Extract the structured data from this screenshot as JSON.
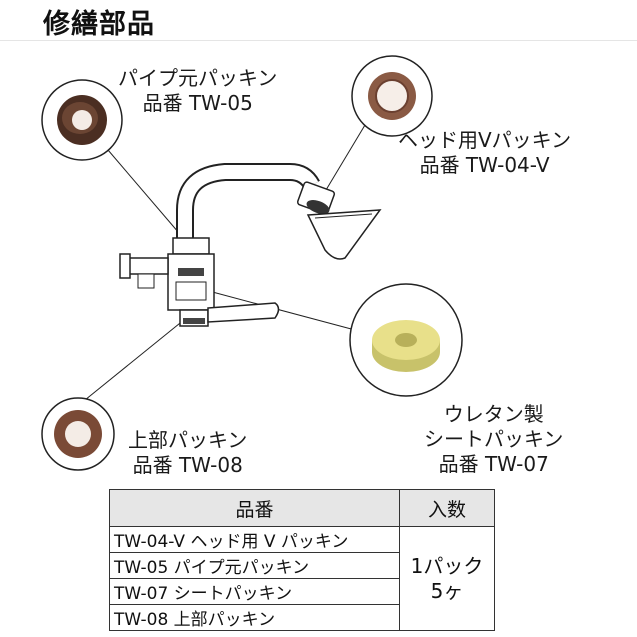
{
  "title": "修繕部品",
  "callouts": {
    "pipe_packing": {
      "name": "パイプ元パッキン",
      "code": "品番 TW-05"
    },
    "head_packing": {
      "name": "ヘッド用Vパッキン",
      "code": "品番 TW-04-V"
    },
    "seat_packing": {
      "name_line1": "ウレタン製",
      "name_line2": "シートパッキン",
      "code": "品番 TW-07"
    },
    "top_packing": {
      "name": "上部パッキン",
      "code": "品番 TW-08"
    }
  },
  "table": {
    "headers": {
      "part_no": "品番",
      "quantity": "入数"
    },
    "rows": [
      "TW-04-V ヘッド用 V パッキン",
      "TW-05 パイプ元パッキン",
      "TW-07 シートパッキン",
      "TW-08 上部パッキン"
    ],
    "quantity_line1": "1パック",
    "quantity_line2": "5ヶ"
  },
  "colors": {
    "rubber_dark": "#5b3a2a",
    "rubber_brown": "#8a5a44",
    "urethane": "#e8e08a",
    "header_bg": "#e6e6e6"
  }
}
